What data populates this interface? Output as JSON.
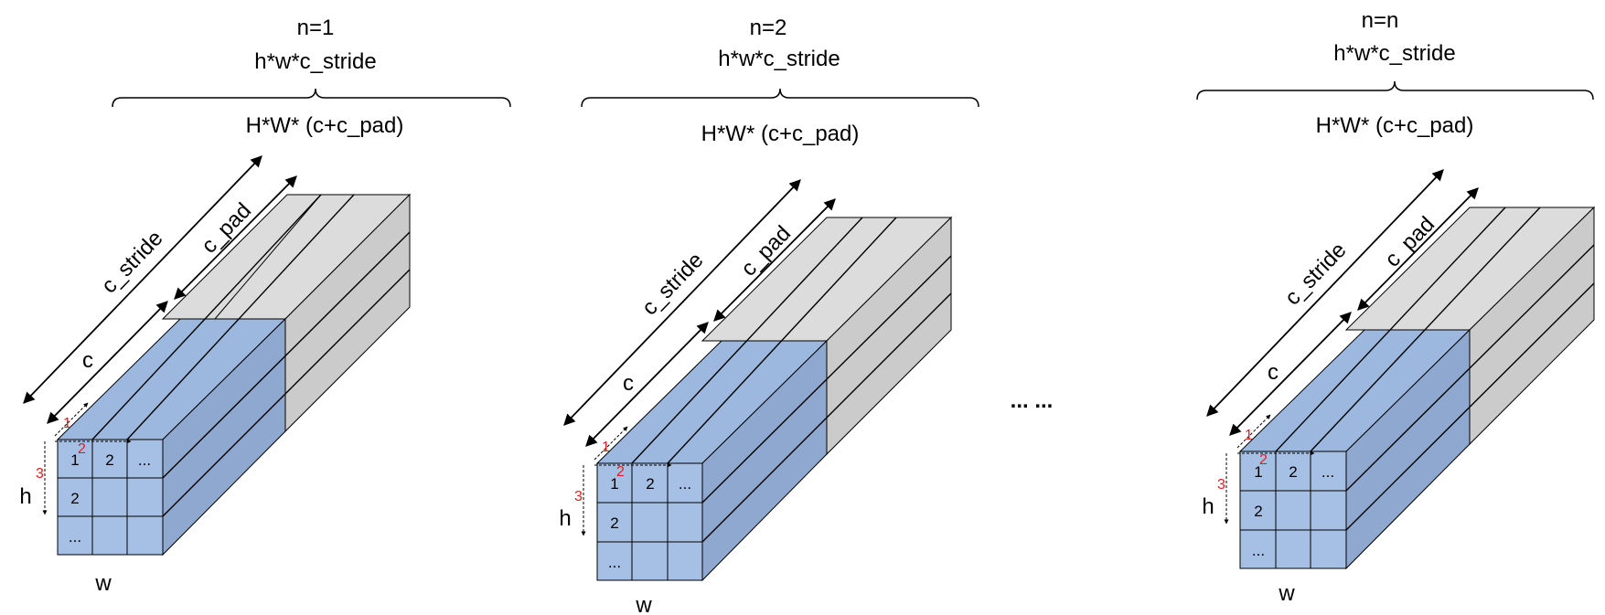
{
  "panels": [
    {
      "n_label": "n=1",
      "stride_label": "h*w*c_stride",
      "total_label": "H*W*  (c+c_pad)",
      "c_stride_label": "c_stride",
      "c_pad_label": "c_pad",
      "c_label": "c",
      "h_label": "h",
      "w_label": "w",
      "order_labels": [
        "1",
        "2",
        "3"
      ],
      "cells": [
        "1",
        "2",
        "...",
        "2",
        "",
        "",
        "...",
        "",
        ""
      ]
    },
    {
      "n_label": "n=2",
      "stride_label": "h*w*c_stride",
      "total_label": "H*W*  (c+c_pad)",
      "c_stride_label": "c_stride",
      "c_pad_label": "c_pad",
      "c_label": "c",
      "h_label": "h",
      "w_label": "w",
      "order_labels": [
        "1",
        "2",
        "3"
      ],
      "cells": [
        "1",
        "2",
        "...",
        "2",
        "",
        "",
        "...",
        "",
        ""
      ]
    },
    {
      "n_label": "n=n",
      "stride_label": "h*w*c_stride",
      "total_label": "H*W*  (c+c_pad)",
      "c_stride_label": "c_stride",
      "c_pad_label": "c_pad",
      "c_label": "c",
      "h_label": "h",
      "w_label": "w",
      "order_labels": [
        "1",
        "2",
        "3"
      ],
      "cells": [
        "1",
        "2",
        "...",
        "2",
        "",
        "",
        "...",
        "",
        ""
      ]
    }
  ],
  "ellipsis": "... ...",
  "colors": {
    "blue_front": "#a6bfe4",
    "blue_top": "#9cb8de",
    "blue_side": "#8ea8d0",
    "gray_top": "#dcdcdc",
    "gray_side": "#cbcbcb",
    "outline": "#000000",
    "order_red": "#e02020"
  }
}
